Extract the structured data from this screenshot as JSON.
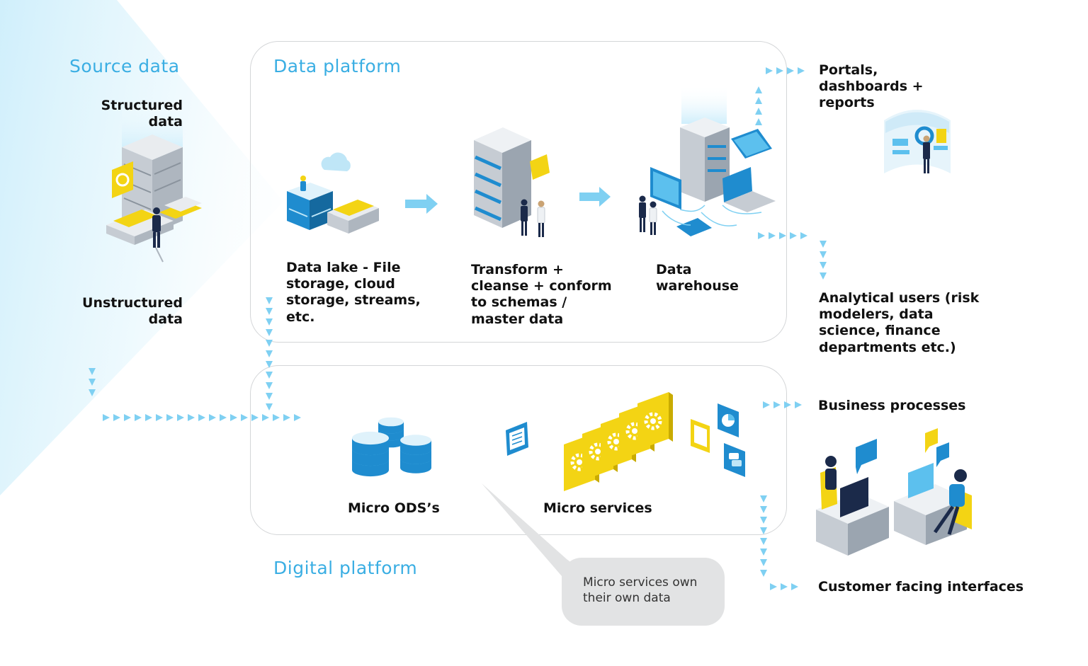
{
  "sections": {
    "source": "Source data",
    "data_platform": "Data platform",
    "digital_platform": "Digital platform"
  },
  "source": {
    "structured": "Structured\ndata",
    "unstructured": "Unstructured\ndata"
  },
  "data_platform": {
    "lake": "Data lake - File\nstorage, cloud\nstorage, streams,\netc.",
    "transform": "Transform +\ncleanse + conform\nto schemas /\nmaster data",
    "warehouse": "Data\nwarehouse"
  },
  "digital_platform": {
    "ods": "Micro ODS’s",
    "services": "Micro services"
  },
  "consumers": {
    "portals": "Portals,\ndashboards +\nreports",
    "analytical": "Analytical users (risk\nmodelers, data\nscience, finance\ndepartments etc.)",
    "business": "Business processes",
    "customer": "Customer facing interfaces"
  },
  "callout": "Micro services own\ntheir own data",
  "colors": {
    "section_blue": "#3aaee3",
    "arrow_blue": "#7fd0f2",
    "icon_blue": "#1f8ccf",
    "yellow": "#f3d414",
    "navy": "#1b2a4a",
    "panel_border": "#d4d6d8",
    "bubble_gray": "#e2e3e4"
  },
  "icons": [
    "server-rack-icon",
    "folder-drawer-icon",
    "cloud-icon",
    "person-icon",
    "arrow-right-icon",
    "folder-icon",
    "computer-monitor-icon",
    "laptop-icon",
    "tablet-icon",
    "phone-icon",
    "dashboard-screen-icon",
    "database-cylinder-icon",
    "document-icon",
    "gear-tile-icon",
    "chat-icon",
    "pie-chart-icon",
    "office-workers-icon",
    "speech-bubble-icon"
  ]
}
